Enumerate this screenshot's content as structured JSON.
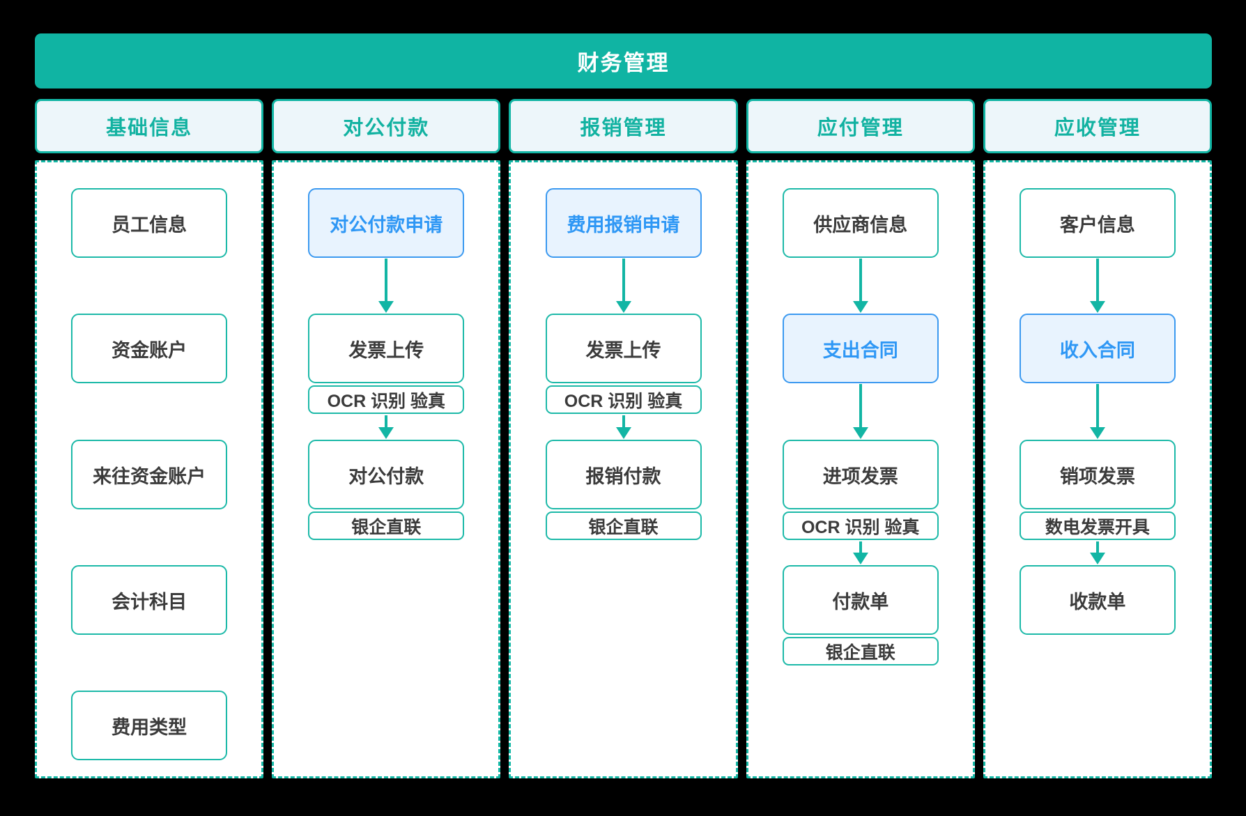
{
  "title": "财务管理",
  "colors": {
    "teal_banner": "#10B4A3",
    "teal_border": "#12B5A4",
    "header_bg": "#EDF6FA",
    "header_text": "#12B2A1",
    "highlight_bg": "#E8F3FE",
    "highlight_border": "#3B99F0",
    "highlight_text": "#2E97F5",
    "node_text": "#3B3B3B",
    "panel_bg": "#FFFFFF",
    "page_bg": "#000000"
  },
  "columns": [
    {
      "header": "基础信息",
      "nodes": [
        {
          "label": "员工信息"
        },
        {
          "label": "资金账户"
        },
        {
          "label": "来往资金账户"
        },
        {
          "label": "会计科目"
        },
        {
          "label": "费用类型"
        }
      ]
    },
    {
      "header": "对公付款",
      "nodes": [
        {
          "label": "对公付款申请",
          "highlight": true
        },
        {
          "label": "发票上传",
          "tag": "OCR 识别 验真"
        },
        {
          "label": "对公付款",
          "tag": "银企直联"
        }
      ],
      "tags": {
        "ocr": "OCR 识别 验真",
        "bank": "银企直联"
      }
    },
    {
      "header": "报销管理",
      "nodes": [
        {
          "label": "费用报销申请",
          "highlight": true
        },
        {
          "label": "发票上传",
          "tag": "OCR 识别 验真"
        },
        {
          "label": "报销付款",
          "tag": "银企直联"
        }
      ],
      "tags": {
        "ocr": "OCR 识别 验真",
        "bank": "银企直联"
      }
    },
    {
      "header": "应付管理",
      "nodes": [
        {
          "label": "供应商信息"
        },
        {
          "label": "支出合同",
          "highlight": true
        },
        {
          "label": "进项发票",
          "tag": "OCR 识别 验真"
        },
        {
          "label": "付款单",
          "tag": "银企直联"
        }
      ],
      "tags": {
        "ocr": "OCR 识别 验真",
        "bank": "银企直联"
      }
    },
    {
      "header": "应收管理",
      "nodes": [
        {
          "label": "客户信息"
        },
        {
          "label": "收入合同",
          "highlight": true
        },
        {
          "label": "销项发票",
          "tag": "数电发票开具"
        },
        {
          "label": "收款单"
        }
      ],
      "tags": {
        "digital_invoice": "数电发票开具"
      }
    }
  ]
}
